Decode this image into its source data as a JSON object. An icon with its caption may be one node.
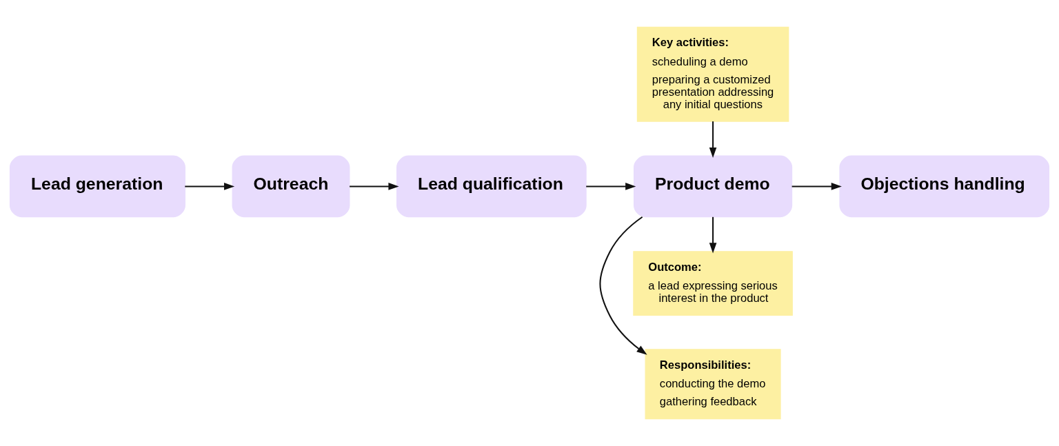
{
  "diagram": {
    "nodes": [
      {
        "text": [
          "Lead generation"
        ]
      },
      {
        "text": [
          "Outreach"
        ]
      },
      {
        "text": [
          "Lead qualification"
        ]
      },
      {
        "text": [
          "Key activities:",
          "scheduling a demo",
          "preparing a customized presentation addressing any initial questions"
        ]
      },
      {
        "text": [
          "Product demo"
        ]
      },
      {
        "text": [
          "Objections handling"
        ]
      },
      {
        "text": [
          "Responsibilities:",
          "conducting the demo",
          "gathering feedback"
        ]
      },
      {
        "text": [
          "Outcome:",
          "a lead expressing serious interest in the product"
        ]
      }
    ],
    "edges": [
      {
        "from": 0,
        "to": 1,
        "arrow": "to"
      },
      {
        "from": 1,
        "to": 2,
        "arrow": "to"
      },
      {
        "from": 2,
        "to": 4,
        "arrow": "to"
      },
      {
        "from": 3,
        "to": 4,
        "arrow": "to"
      },
      {
        "from": 4,
        "to": 5,
        "arrow": "to"
      },
      {
        "from": 4,
        "to": 6,
        "arrow": "to"
      },
      {
        "from": 4,
        "to": 7,
        "arrow": "to"
      }
    ]
  }
}
